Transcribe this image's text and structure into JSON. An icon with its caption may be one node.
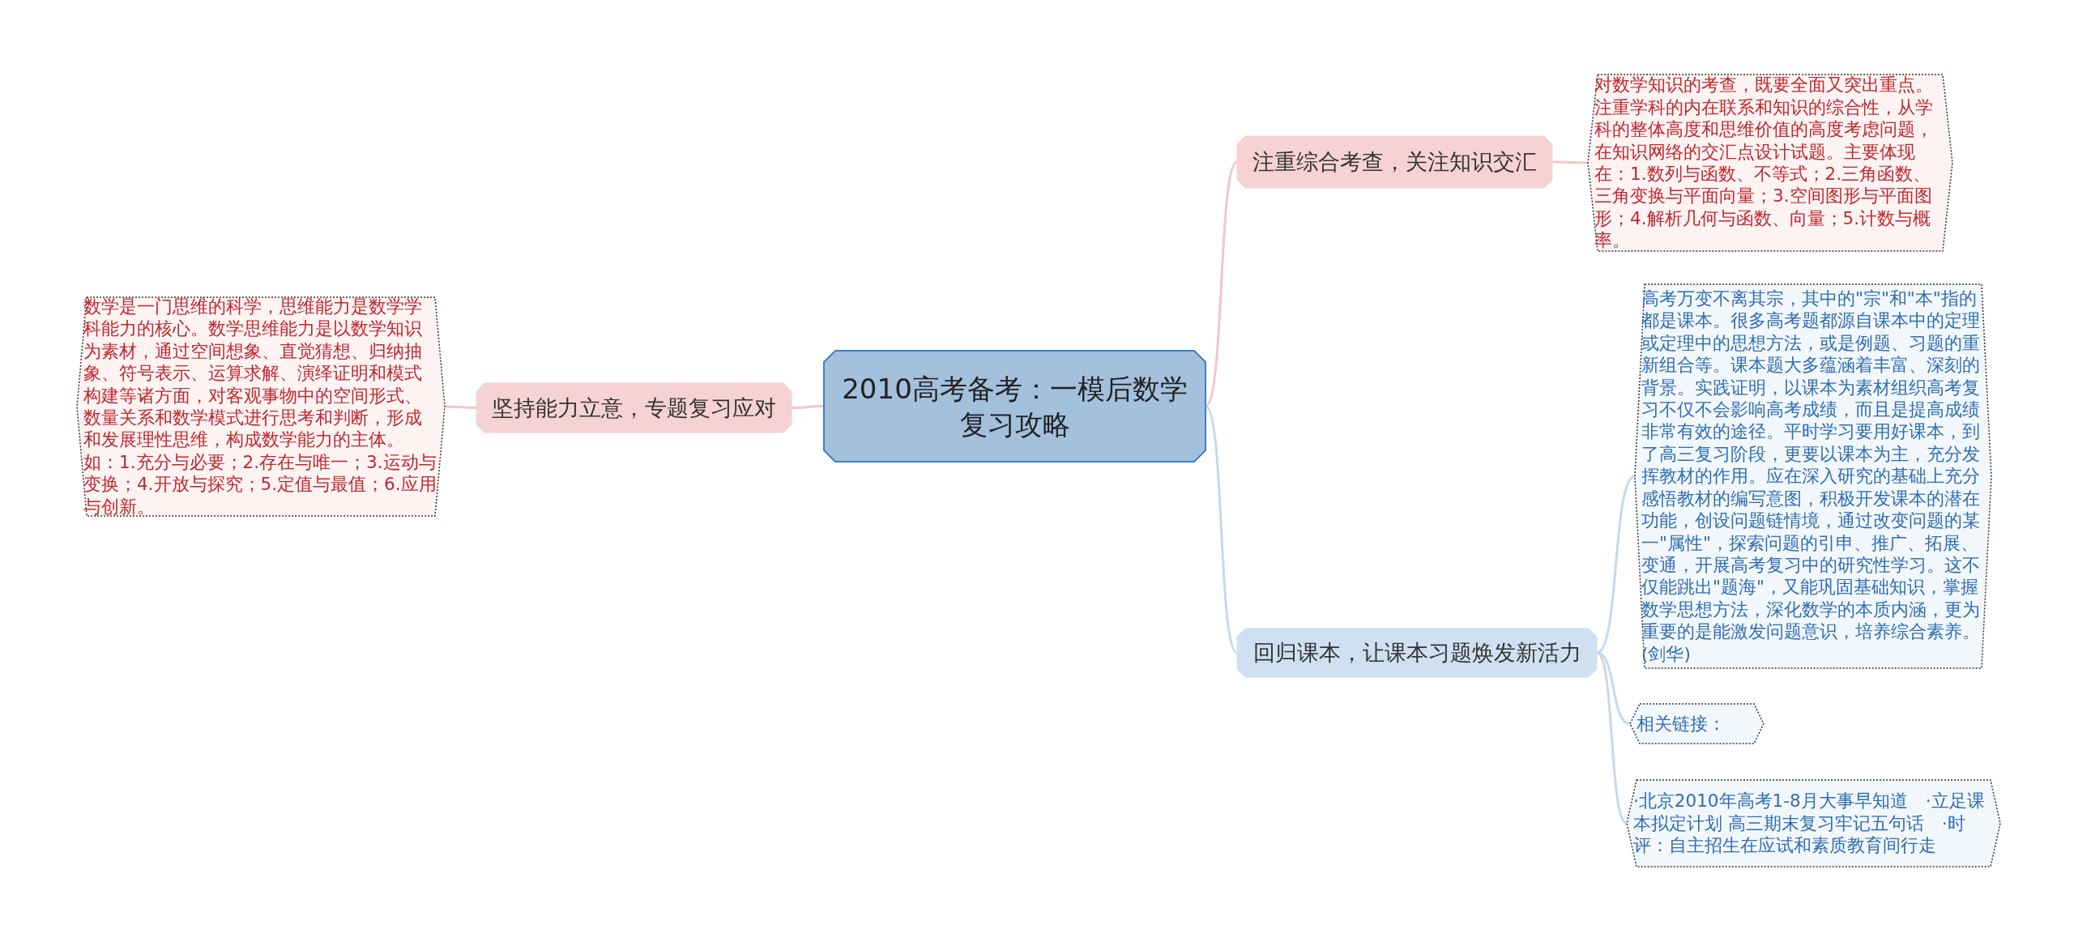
{
  "diagram": {
    "nodes": [
      {
        "text": [
          "2010高考备考：一模后数学复习攻略"
        ]
      },
      {
        "text": [
          "坚持能力立意，专题复习应对"
        ]
      },
      {
        "text": [
          "数学是一门思维的科学，思维能力是数学学科能力的核心。数学思维能力是以数学知识为素材，通过空间想象、直觉猜想、归纳抽象、符号表示、运算求解、演绎证明和模式构建等诸方面，对客观事物中的空间形式、数量关系和数学模式进行思考和判断，形成和发展理性思维，构成数学能力的主体。如：1.充分与必要；2.存在与唯一；3.运动与变换；4.开放与探究；5.定值与最值；6.应用与创新。"
        ]
      },
      {
        "text": [
          "注重综合考查，关注知识交汇"
        ]
      },
      {
        "text": [
          "对数学知识的考查，既要全面又突出重点。注重学科的内在联系和知识的综合性，从学科的整体高度和思维价值的高度考虑问题，在知识网络的交汇点设计试题。主要体现在：1.数列与函数、不等式；2.三角函数、三角变换与平面向量；3.空间图形与平面图形；4.解析几何与函数、向量；5.计数与概率。"
        ]
      },
      {
        "text": [
          "回归课本，让课本习题焕发新活力"
        ]
      },
      {
        "text": [
          "高考万变不离其宗，其中的\"宗\"和\"本\"指的都是课本。很多高考题都源自课本中的定理或定理中的思想方法，或是例题、习题的重新组合等。课本题大多蕴涵着丰富、深刻的背景。实践证明，以课本为素材组织高考复习不仅不会影响高考成绩，而且是提高成绩非常有效的途径。平时学习要用好课本，到了高三复习阶段，更要以课本为主，充分发挥教材的作用。应在深入研究的基础上充分感悟教材的编写意图，积极开发课本的潜在功能，创设问题链情境，通过改变问题的某一\"属性\"，探索问题的引申、推广、拓展、变通，开展高考复习中的研究性学习。这不仅能跳出\"题海\"，又能巩固基础知识，掌握数学思想方法，深化数学的本质内涵，更为重要的是能激发问题意识，培养综合素养。(剑华)"
        ]
      },
      {
        "text": [
          "相关链接："
        ]
      },
      {
        "text": [
          "·北京2010年高考1-8月大事早知道　·立足课本拟定计划 高三期末复习牢记五句话　·时评：自主招生在应试和素质教育间行走"
        ]
      }
    ],
    "edges": [
      {
        "from": 0,
        "to": 1,
        "arrow": "none",
        "color": "#f3c6c6"
      },
      {
        "from": 1,
        "to": 2,
        "arrow": "none",
        "color": "#f3c6c6"
      },
      {
        "from": 0,
        "to": 3,
        "arrow": "none",
        "color": "#f3c6c6"
      },
      {
        "from": 3,
        "to": 4,
        "arrow": "none",
        "color": "#f3c6c6"
      },
      {
        "from": 0,
        "to": 5,
        "arrow": "none",
        "color": "#c5d9ec"
      },
      {
        "from": 5,
        "to": 6,
        "arrow": "none",
        "color": "#c5d9ec"
      },
      {
        "from": 5,
        "to": 7,
        "arrow": "none",
        "color": "#c5d9ec"
      },
      {
        "from": 5,
        "to": 8,
        "arrow": "none",
        "color": "#c5d9ec"
      }
    ]
  }
}
